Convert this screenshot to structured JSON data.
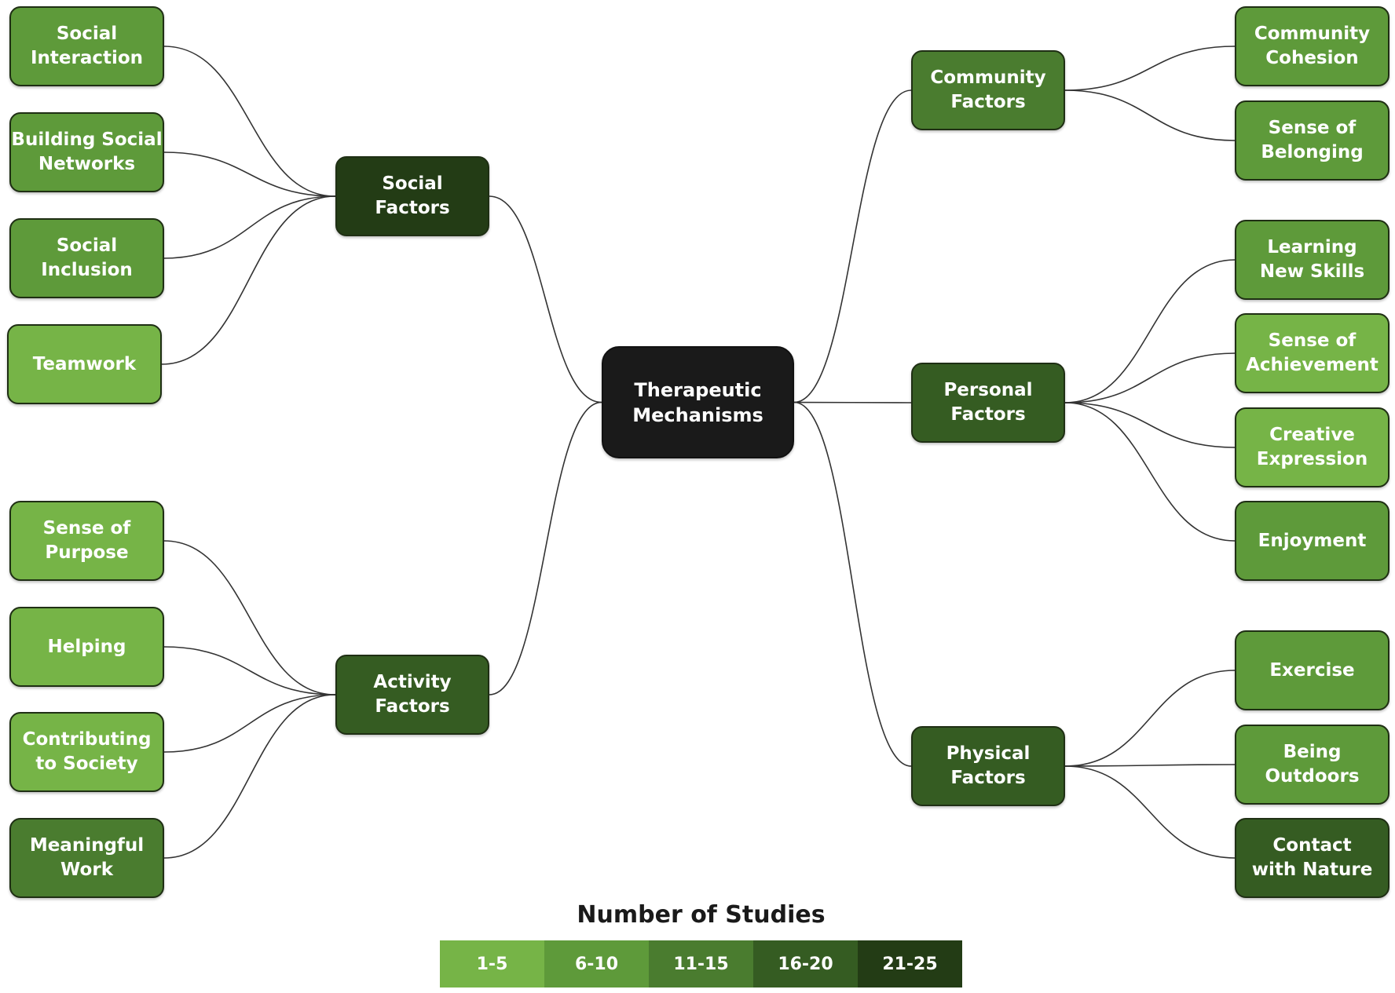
{
  "palette": {
    "level1": "#76b447",
    "level2": "#5e9a3a",
    "level3": "#4a7c2f",
    "level4": "#355c22",
    "level5": "#233c15",
    "root": "#1a1a1a"
  },
  "root": {
    "id": "root",
    "label": "Therapeutic\nMechanisms",
    "color": "root"
  },
  "categories": [
    {
      "id": "social",
      "label": "Social\nFactors",
      "color": "level5",
      "side": "left",
      "children": [
        {
          "id": "social-interaction",
          "label": "Social\nInteraction",
          "color": "level2"
        },
        {
          "id": "building-social-networks",
          "label": "Building Social\nNetworks",
          "color": "level2"
        },
        {
          "id": "social-inclusion",
          "label": "Social\nInclusion",
          "color": "level2"
        },
        {
          "id": "teamwork",
          "label": "Teamwork",
          "color": "level1"
        }
      ]
    },
    {
      "id": "activity",
      "label": "Activity\nFactors",
      "color": "level4",
      "side": "left",
      "children": [
        {
          "id": "sense-of-purpose",
          "label": "Sense of\nPurpose",
          "color": "level1"
        },
        {
          "id": "helping",
          "label": "Helping",
          "color": "level1"
        },
        {
          "id": "contributing-to-society",
          "label": "Contributing\nto Society",
          "color": "level1"
        },
        {
          "id": "meaningful-work",
          "label": "Meaningful\nWork",
          "color": "level3"
        }
      ]
    },
    {
      "id": "community",
      "label": "Community\nFactors",
      "color": "level3",
      "side": "right",
      "children": [
        {
          "id": "community-cohesion",
          "label": "Community\nCohesion",
          "color": "level2"
        },
        {
          "id": "sense-of-belonging",
          "label": "Sense of\nBelonging",
          "color": "level2"
        }
      ]
    },
    {
      "id": "personal",
      "label": "Personal\nFactors",
      "color": "level4",
      "side": "right",
      "children": [
        {
          "id": "learning-new-skills",
          "label": "Learning\nNew Skills",
          "color": "level2"
        },
        {
          "id": "sense-of-achievement",
          "label": "Sense of\nAchievement",
          "color": "level1"
        },
        {
          "id": "creative-expression",
          "label": "Creative\nExpression",
          "color": "level1"
        },
        {
          "id": "enjoyment",
          "label": "Enjoyment",
          "color": "level2"
        }
      ]
    },
    {
      "id": "physical",
      "label": "Physical\nFactors",
      "color": "level4",
      "side": "right",
      "children": [
        {
          "id": "exercise",
          "label": "Exercise",
          "color": "level2"
        },
        {
          "id": "being-outdoors",
          "label": "Being\nOutdoors",
          "color": "level2"
        },
        {
          "id": "contact-with-nature",
          "label": "Contact\nwith Nature",
          "color": "level4"
        }
      ]
    }
  ],
  "legend": {
    "title": "Number of Studies",
    "items": [
      {
        "label": "1-5",
        "color": "level1"
      },
      {
        "label": "6-10",
        "color": "level2"
      },
      {
        "label": "11-15",
        "color": "level3"
      },
      {
        "label": "16-20",
        "color": "level4"
      },
      {
        "label": "21-25",
        "color": "level5"
      }
    ]
  }
}
